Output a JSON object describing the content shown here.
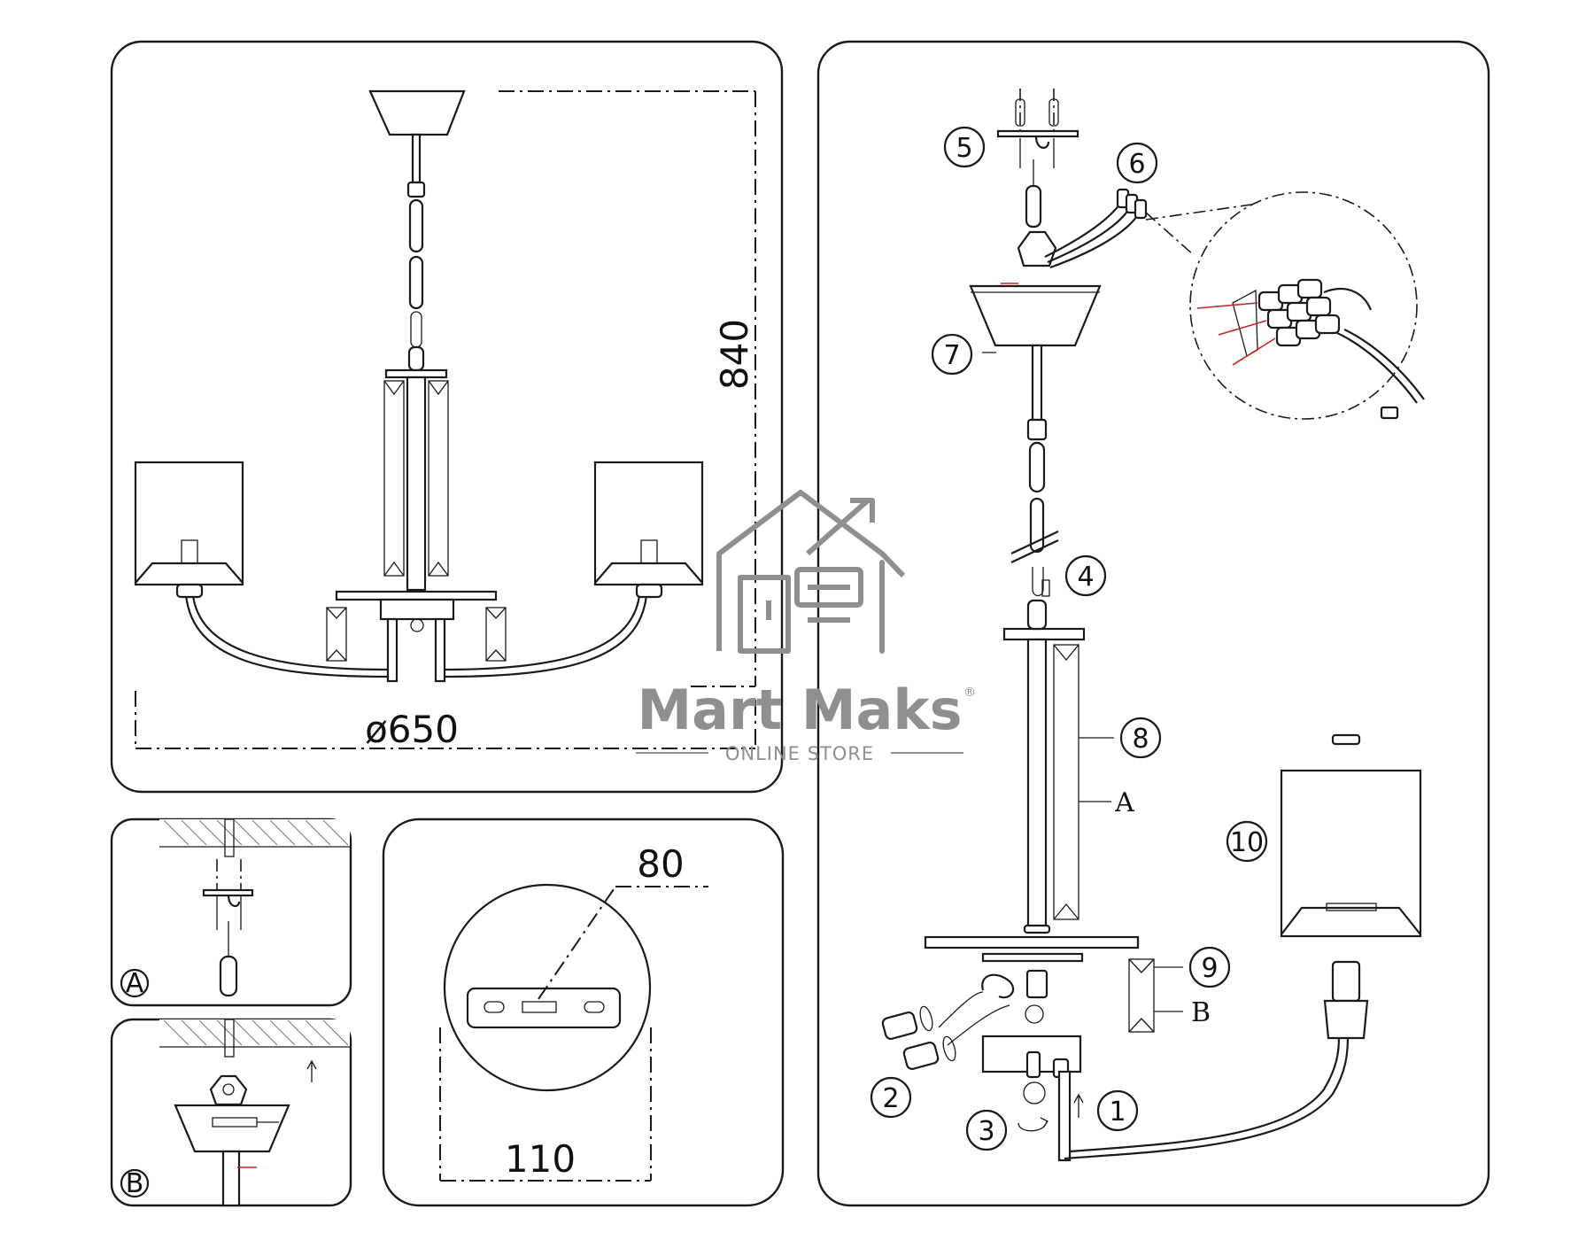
{
  "dimensions": {
    "height": "840",
    "diameter": "ø650",
    "bracket_width": "80",
    "canopy_diameter": "110"
  },
  "steps": {
    "s1": "1",
    "s2": "2",
    "s3": "3",
    "s4": "4",
    "s5": "5",
    "s6": "6",
    "s7": "7",
    "s8": "8",
    "s9": "9",
    "s10": "10"
  },
  "parts": {
    "a": "A",
    "b": "B"
  },
  "details": {
    "a": "A",
    "b": "B"
  },
  "watermark": {
    "brand": "Mart Maks",
    "registered": "®",
    "subtitle": "ONLINE STORE"
  }
}
